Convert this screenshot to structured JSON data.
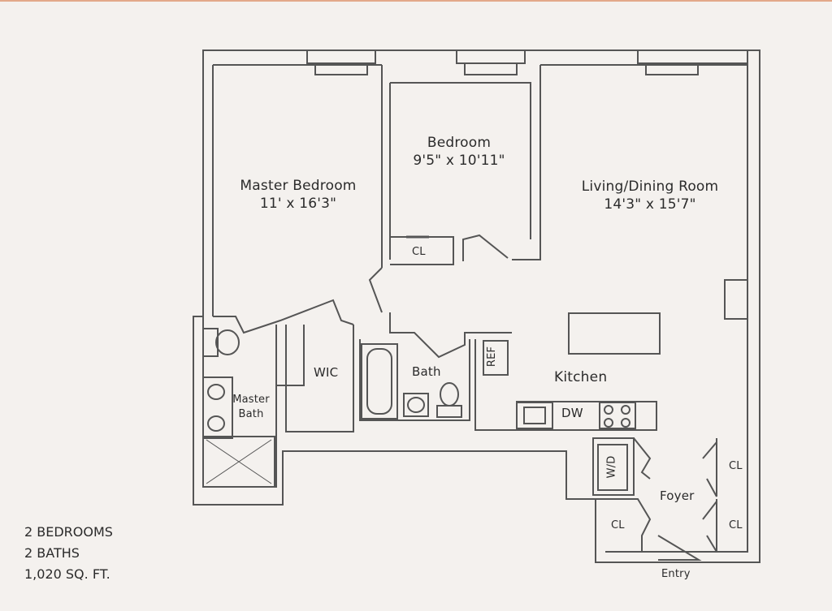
{
  "rooms": {
    "master_bedroom": {
      "name": "Master Bedroom",
      "dims": "11' x 16'3\""
    },
    "bedroom": {
      "name": "Bedroom",
      "dims": "9'5\" x 10'11\""
    },
    "living_dining": {
      "name": "Living/Dining Room",
      "dims": "14'3\" x 15'7\""
    },
    "kitchen": "Kitchen",
    "bath": "Bath",
    "master_bath_line1": "Master",
    "master_bath_line2": "Bath",
    "wic": "WIC",
    "foyer": "Foyer",
    "entry": "Entry"
  },
  "fixtures": {
    "ref": "REF",
    "dw": "DW",
    "wd": "W/D",
    "closet": "CL"
  },
  "summary": {
    "bedrooms": "2 BEDROOMS",
    "baths": "2 BATHS",
    "area": "1,020 SQ. FT."
  },
  "colors": {
    "background": "#f4f1ee",
    "wall": "#555555",
    "wall_fill": "#ffffff",
    "accent_line": "#e3a98a"
  }
}
